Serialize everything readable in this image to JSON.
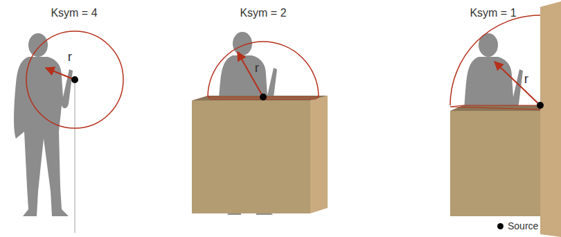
{
  "diagram": {
    "labels": [
      "Ksym = 4",
      "Ksym = 2",
      "Ksym = 1",
      "r",
      "r",
      "r"
    ],
    "legend": [
      {
        "text": "Source"
      }
    ]
  }
}
